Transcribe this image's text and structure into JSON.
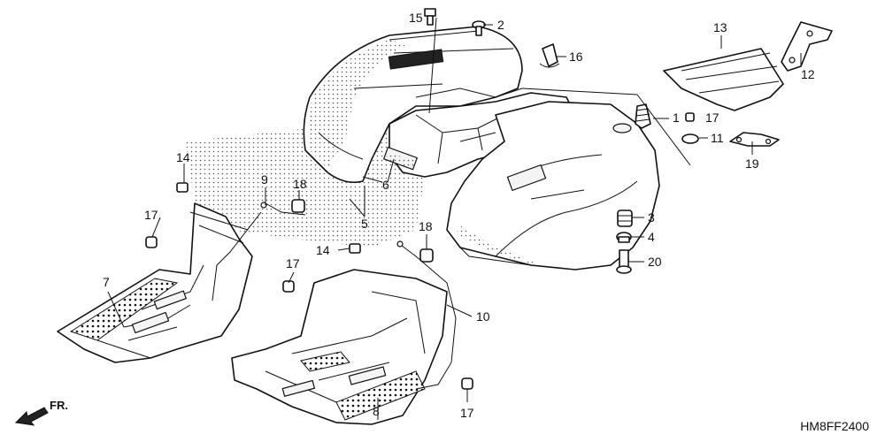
{
  "diagram_code": "HM8FF2400",
  "direction_label": "FR.",
  "callouts": [
    "1",
    "2",
    "3",
    "4",
    "5",
    "6",
    "7",
    "8",
    "9",
    "10",
    "11",
    "12",
    "13",
    "14",
    "15",
    "16",
    "17",
    "18",
    "19",
    "20"
  ]
}
